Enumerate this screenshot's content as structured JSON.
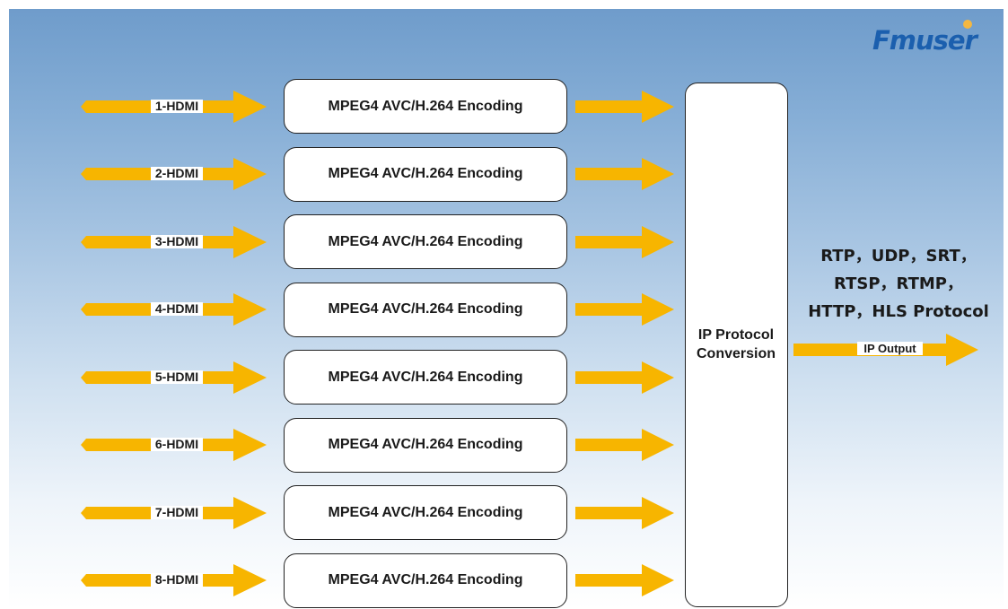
{
  "brand": {
    "logo_text": "Fmuser"
  },
  "inputs": [
    {
      "label": "1-HDMI",
      "encoder": "MPEG4 AVC/H.264 Encoding"
    },
    {
      "label": "2-HDMI",
      "encoder": "MPEG4 AVC/H.264 Encoding"
    },
    {
      "label": "3-HDMI",
      "encoder": "MPEG4 AVC/H.264 Encoding"
    },
    {
      "label": "4-HDMI",
      "encoder": "MPEG4 AVC/H.264 Encoding"
    },
    {
      "label": "5-HDMI",
      "encoder": "MPEG4 AVC/H.264 Encoding"
    },
    {
      "label": "6-HDMI",
      "encoder": "MPEG4 AVC/H.264 Encoding"
    },
    {
      "label": "7-HDMI",
      "encoder": "MPEG4 AVC/H.264 Encoding"
    },
    {
      "label": "8-HDMI",
      "encoder": "MPEG4 AVC/H.264 Encoding"
    }
  ],
  "conversion": {
    "line1": "IP Protocol",
    "line2": "Conversion"
  },
  "protocols": [
    "RTP，UDP，SRT，",
    "RTSP，RTMP，",
    "HTTP，HLS Protocol"
  ],
  "output": {
    "label": "IP Output"
  },
  "colors": {
    "arrow": "#f7b500",
    "brand": "#1b5fae",
    "logo_dot": "#f4b740"
  }
}
